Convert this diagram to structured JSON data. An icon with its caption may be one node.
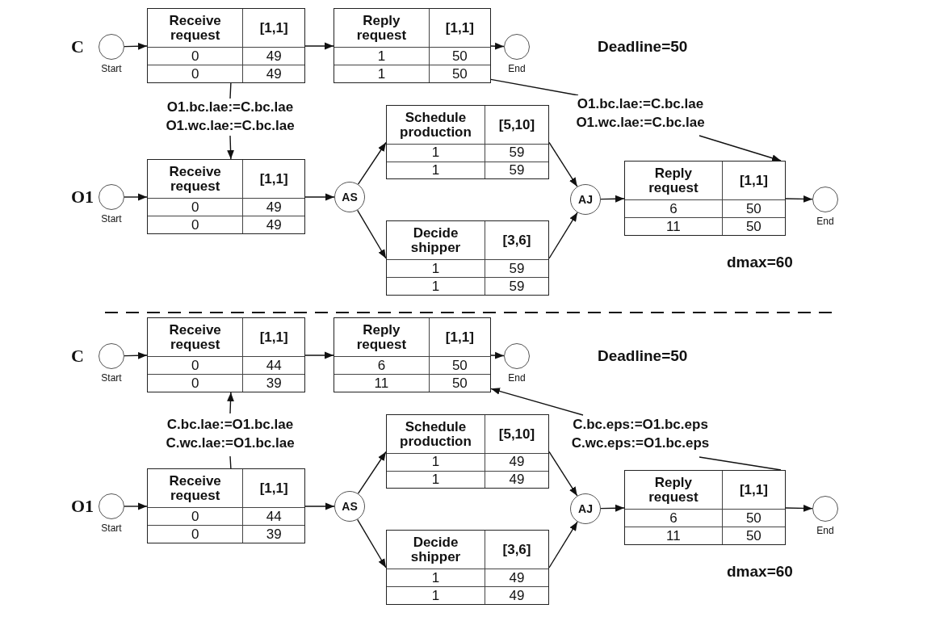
{
  "diagram": {
    "nodes": [
      {
        "text": [],
        "shape": "circle",
        "beside": [
          "Start"
        ]
      },
      {
        "text": [
          "Receive request",
          "[1,1]",
          "0",
          "49",
          "0",
          "49"
        ]
      },
      {
        "text": [
          "Reply request",
          "[1,1]",
          "1",
          "50",
          "1",
          "50"
        ]
      },
      {
        "text": [],
        "shape": "circle",
        "beside": [
          "End"
        ]
      },
      {
        "text": [],
        "shape": "circle",
        "beside": [
          "Start"
        ]
      },
      {
        "text": [
          "Receive request",
          "[1,1]",
          "0",
          "49",
          "0",
          "49"
        ]
      },
      {
        "text": [
          "AS"
        ]
      },
      {
        "text": [
          "Schedule production",
          "[5,10]",
          "1",
          "59",
          "1",
          "59"
        ]
      },
      {
        "text": [
          "Decide shipper",
          "[3,6]",
          "1",
          "59",
          "1",
          "59"
        ]
      },
      {
        "text": [
          "AJ"
        ]
      },
      {
        "text": [
          "Reply request",
          "[1,1]",
          "6",
          "50",
          "11",
          "50"
        ]
      },
      {
        "text": [],
        "shape": "circle",
        "beside": [
          "End"
        ]
      },
      {
        "text": [],
        "shape": "circle",
        "beside": [
          "Start"
        ]
      },
      {
        "text": [
          "Receive request",
          "[1,1]",
          "0",
          "44",
          "0",
          "39"
        ]
      },
      {
        "text": [
          "Reply request",
          "[1,1]",
          "6",
          "50",
          "11",
          "50"
        ]
      },
      {
        "text": [],
        "shape": "circle",
        "beside": [
          "End"
        ]
      },
      {
        "text": [],
        "shape": "circle",
        "beside": [
          "Start"
        ]
      },
      {
        "text": [
          "Receive request",
          "[1,1]",
          "0",
          "44",
          "0",
          "39"
        ]
      },
      {
        "text": [
          "AS"
        ]
      },
      {
        "text": [
          "Schedule production",
          "[5,10]",
          "1",
          "49",
          "1",
          "49"
        ]
      },
      {
        "text": [
          "Decide shipper",
          "[3,6]",
          "1",
          "49",
          "1",
          "49"
        ]
      },
      {
        "text": [
          "AJ"
        ]
      },
      {
        "text": [
          "Reply request",
          "[1,1]",
          "6",
          "50",
          "11",
          "50"
        ]
      },
      {
        "text": [],
        "shape": "circle",
        "beside": [
          "End"
        ]
      }
    ],
    "edges": [
      {
        "from": 0,
        "to": 1,
        "arrow": "to"
      },
      {
        "from": 1,
        "to": 2,
        "arrow": "to"
      },
      {
        "from": 2,
        "to": 3,
        "arrow": "to"
      },
      {
        "from": 1,
        "to": 5,
        "arrow": "to",
        "label": "O1.bc.lae:=C.bc.lae O1.wc.lae:=C.bc.lae"
      },
      {
        "from": 2,
        "to": 10,
        "arrow": "to",
        "label": "O1.bc.lae:=C.bc.lae O1.wc.lae:=C.bc.lae"
      },
      {
        "from": 4,
        "to": 5,
        "arrow": "to"
      },
      {
        "from": 5,
        "to": 6,
        "arrow": "to"
      },
      {
        "from": 6,
        "to": 7,
        "arrow": "to"
      },
      {
        "from": 6,
        "to": 8,
        "arrow": "to"
      },
      {
        "from": 7,
        "to": 9,
        "arrow": "to"
      },
      {
        "from": 8,
        "to": 9,
        "arrow": "to"
      },
      {
        "from": 9,
        "to": 10,
        "arrow": "to"
      },
      {
        "from": 10,
        "to": 11,
        "arrow": "to"
      },
      {
        "from": 12,
        "to": 13,
        "arrow": "to"
      },
      {
        "from": 13,
        "to": 14,
        "arrow": "to"
      },
      {
        "from": 14,
        "to": 15,
        "arrow": "to"
      },
      {
        "from": 17,
        "to": 13,
        "arrow": "to",
        "label": "C.bc.lae:=O1.bc.lae C.wc.lae:=O1.bc.lae"
      },
      {
        "from": 22,
        "to": 14,
        "arrow": "to",
        "label": "C.bc.eps:=O1.bc.eps C.wc.eps:=O1.bc.eps"
      },
      {
        "from": 16,
        "to": 17,
        "arrow": "to"
      },
      {
        "from": 17,
        "to": 18,
        "arrow": "to"
      },
      {
        "from": 18,
        "to": 19,
        "arrow": "to"
      },
      {
        "from": 18,
        "to": 20,
        "arrow": "to"
      },
      {
        "from": 19,
        "to": 21,
        "arrow": "to"
      },
      {
        "from": 20,
        "to": 21,
        "arrow": "to"
      },
      {
        "from": 21,
        "to": 22,
        "arrow": "to"
      },
      {
        "from": 22,
        "to": 23,
        "arrow": "to"
      }
    ],
    "labels": [
      "C",
      "Deadline=50",
      "O1",
      "dmax=60",
      "C",
      "Deadline=50",
      "O1",
      "dmax=60"
    ]
  }
}
